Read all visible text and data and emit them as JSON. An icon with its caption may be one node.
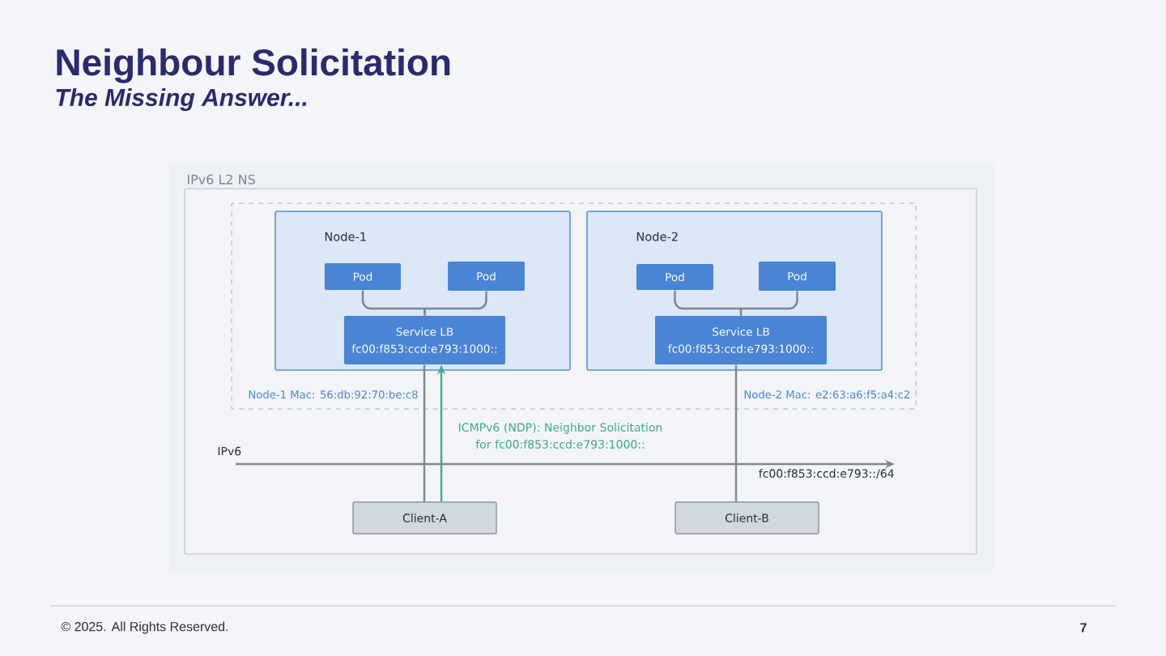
{
  "diagram": {
    "title": "Neighbour Solicitation",
    "nodes": [
      {
        "text": [
          "IPv6 L2 NS"
        ]
      },
      {
        "text": [],
        "shape": "box",
        "in": 0
      },
      {
        "text": [
          "Node-1"
        ],
        "in": 1
      },
      {
        "text": [
          "Pod"
        ],
        "in": 2
      },
      {
        "text": [
          "Pod"
        ],
        "in": 2
      },
      {
        "text": [
          "Service LB",
          "fc00:f853:ccd:e793:1000::"
        ],
        "in": 2
      },
      {
        "text": [
          "Node-2"
        ],
        "in": 1
      },
      {
        "text": [
          "Pod"
        ],
        "in": 6
      },
      {
        "text": [
          "Pod"
        ],
        "in": 6
      },
      {
        "text": [
          "Service LB",
          "fc00:f853:ccd:e793:1000::"
        ],
        "in": 6
      },
      {
        "text": [
          "Client-A"
        ],
        "in": 0
      },
      {
        "text": [
          "Client-B"
        ],
        "in": 0
      }
    ],
    "edges": [
      {
        "from": 3,
        "to": 5,
        "arrow": "none"
      },
      {
        "from": 4,
        "to": 5,
        "arrow": "none"
      },
      {
        "from": 7,
        "to": 9,
        "arrow": "none"
      },
      {
        "from": 8,
        "to": 9,
        "arrow": "none"
      },
      {
        "from": 5,
        "to": 10,
        "arrow": "none"
      },
      {
        "from": 10,
        "to": 5,
        "arrow": "to",
        "color": "#3ea88e",
        "label": "ICMPv6 (NDP): Neighbor Solicitation for fc00:f853:ccd:e793:1000::"
      },
      {
        "from": 9,
        "to": 11,
        "arrow": "none"
      }
    ],
    "labels": [
      "The Missing Answer...",
      "Node-1 Mac: 56:db:92:70:be:c8",
      "Node-2 Mac: e2:63:a6:f5:a4:c2",
      "IPv6",
      "fc00:f853:ccd:e793::/64",
      "© 2025. All Rights Reserved.",
      "7"
    ]
  }
}
